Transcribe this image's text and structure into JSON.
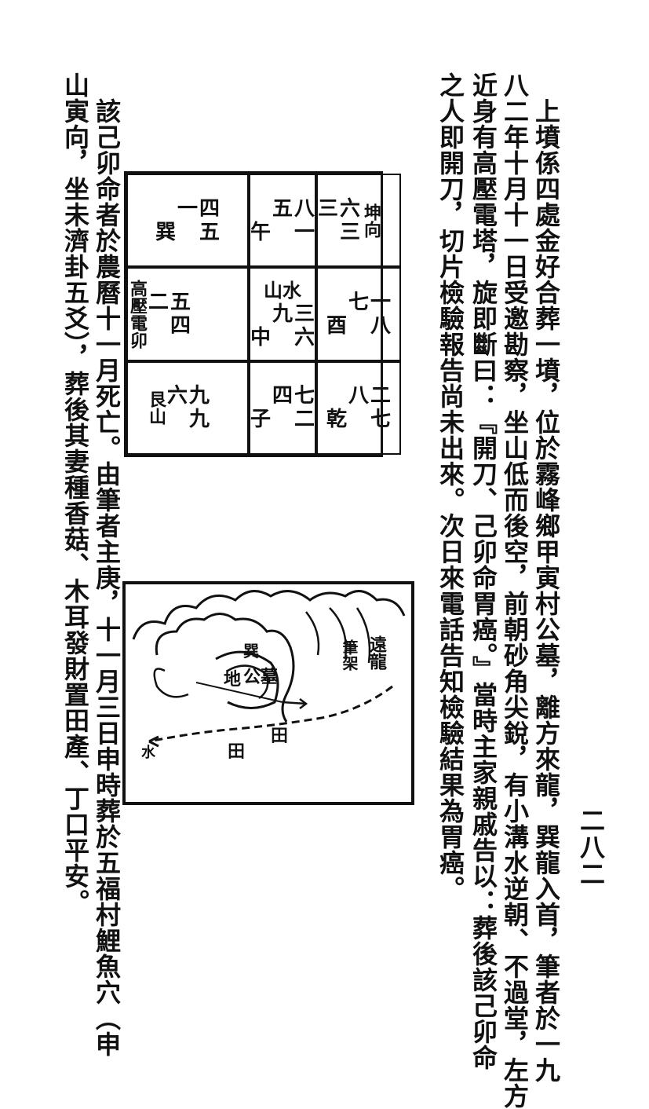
{
  "page_number": "二八二",
  "paragraph1": {
    "lines": [
      "　上墳係四處金好合葬一墳，位於霧峰鄉甲寅村公墓，離方來龍，巽龍入首，筆者於一九",
      "八二年十月十一日受邀勘察，坐山低而後空，前朝砂角尖銳，有小溝水逆朝、不過堂，左方",
      "近身有高壓電塔，旋即斷曰：『開刀、己卯命胃癌。』當時主家親戚告以：葬後該己卯命",
      "之人即開刀，切片檢驗報告尚未出來。次日來電話告知檢驗結果為胃癌。"
    ]
  },
  "paragraph2": {
    "lines": [
      "　該己卯命者於農曆十一月死亡。由筆者主庚，十一月三日申時葬於五福村鯉魚穴（申",
      "山寅向，坐未濟卦五爻），葬後其妻種香菇、木耳發財置田產、丁口平安。"
    ]
  },
  "grid": {
    "cells": [
      {
        "id": "xun",
        "label": "巽",
        "stars": [
          "一",
          "四",
          "",
          "五"
        ]
      },
      {
        "id": "wu",
        "label": "午",
        "stars": [
          "五",
          "八",
          "",
          "一"
        ]
      },
      {
        "id": "kun",
        "label": "坤向",
        "stars": [
          "三",
          "六",
          "",
          "三"
        ]
      },
      {
        "id": "mao",
        "label": "高壓電卯",
        "stars": [
          "二",
          "五",
          "",
          "四"
        ]
      },
      {
        "id": "zhong",
        "label": "中",
        "top": "山水",
        "stars": [
          "九",
          "三",
          "",
          "六"
        ]
      },
      {
        "id": "you",
        "label": "酉",
        "stars": [
          "七",
          "一",
          "",
          "八"
        ]
      },
      {
        "id": "gen",
        "label": "艮山",
        "stars": [
          "六",
          "九",
          "",
          "九"
        ]
      },
      {
        "id": "zi",
        "label": "子",
        "stars": [
          "四",
          "七",
          "",
          "二"
        ]
      },
      {
        "id": "qian",
        "label": "乾",
        "stars": [
          "八",
          "二",
          "",
          "七"
        ]
      }
    ]
  },
  "map": {
    "labels": {
      "yuanlong": "遠龍",
      "bijia": "筆架",
      "xun": "巽",
      "gongmu": "公墓",
      "di": "地",
      "tian1": "田",
      "tian2": "田",
      "shui": "水"
    }
  }
}
